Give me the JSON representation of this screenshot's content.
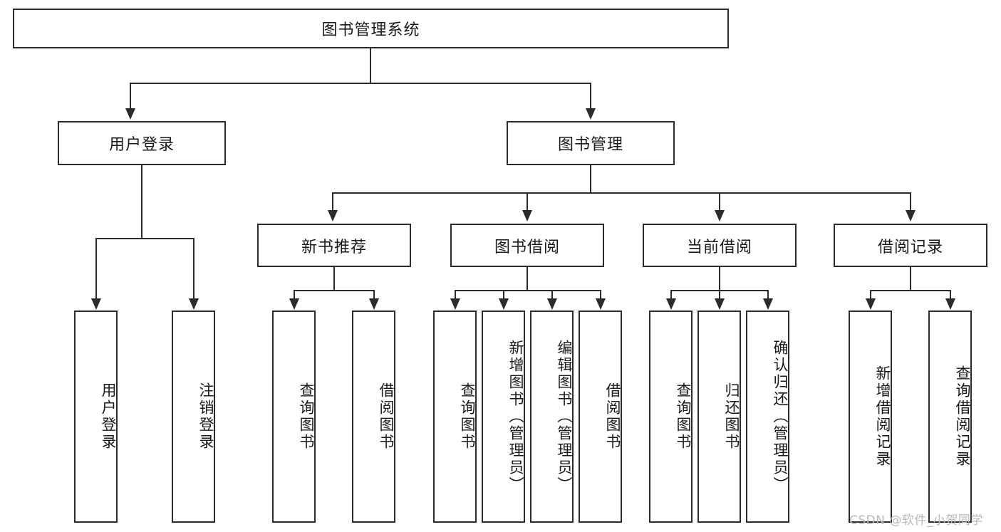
{
  "diagram": {
    "type": "tree-hierarchy-chart",
    "title": "图书管理系统",
    "root": {
      "label": "图书管理系统"
    },
    "level1": [
      {
        "id": "user-login",
        "label": "用户登录"
      },
      {
        "id": "book-manage",
        "label": "图书管理"
      }
    ],
    "level2": [
      {
        "id": "new-book-recommend",
        "label": "新书推荐",
        "parent": "book-manage"
      },
      {
        "id": "book-borrow",
        "label": "图书借阅",
        "parent": "book-manage"
      },
      {
        "id": "current-borrow",
        "label": "当前借阅",
        "parent": "book-manage"
      },
      {
        "id": "borrow-record",
        "label": "借阅记录",
        "parent": "book-manage"
      }
    ],
    "leaves": {
      "user_login": [
        {
          "id": "leaf-user-login",
          "label": "用户登录"
        },
        {
          "id": "leaf-user-logout",
          "label": "注销登录"
        }
      ],
      "new_book_recommend": [
        {
          "id": "leaf-query-book-1",
          "label": "查询图书"
        },
        {
          "id": "leaf-borrow-book-1",
          "label": "借阅图书"
        }
      ],
      "book_borrow": [
        {
          "id": "leaf-query-book-2",
          "label": "查询图书"
        },
        {
          "id": "leaf-add-book",
          "label": "新增图书（管理员）"
        },
        {
          "id": "leaf-edit-book",
          "label": "编辑图书（管理员）"
        },
        {
          "id": "leaf-borrow-book-2",
          "label": "借阅图书"
        }
      ],
      "current_borrow": [
        {
          "id": "leaf-query-book-3",
          "label": "查询图书"
        },
        {
          "id": "leaf-return-book",
          "label": "归还图书"
        },
        {
          "id": "leaf-confirm-return",
          "label": "确认归还（管理员）"
        }
      ],
      "borrow_record": [
        {
          "id": "leaf-add-record",
          "label": "新增借阅记录"
        },
        {
          "id": "leaf-query-record",
          "label": "查询借阅记录"
        }
      ]
    },
    "colors": {
      "stroke": "#2b2b2b",
      "background": "#ffffff",
      "text": "#1a1a1a",
      "watermark": "#b9b9b9"
    }
  },
  "watermark": {
    "text": "CSDN @软件_小贺同学"
  }
}
